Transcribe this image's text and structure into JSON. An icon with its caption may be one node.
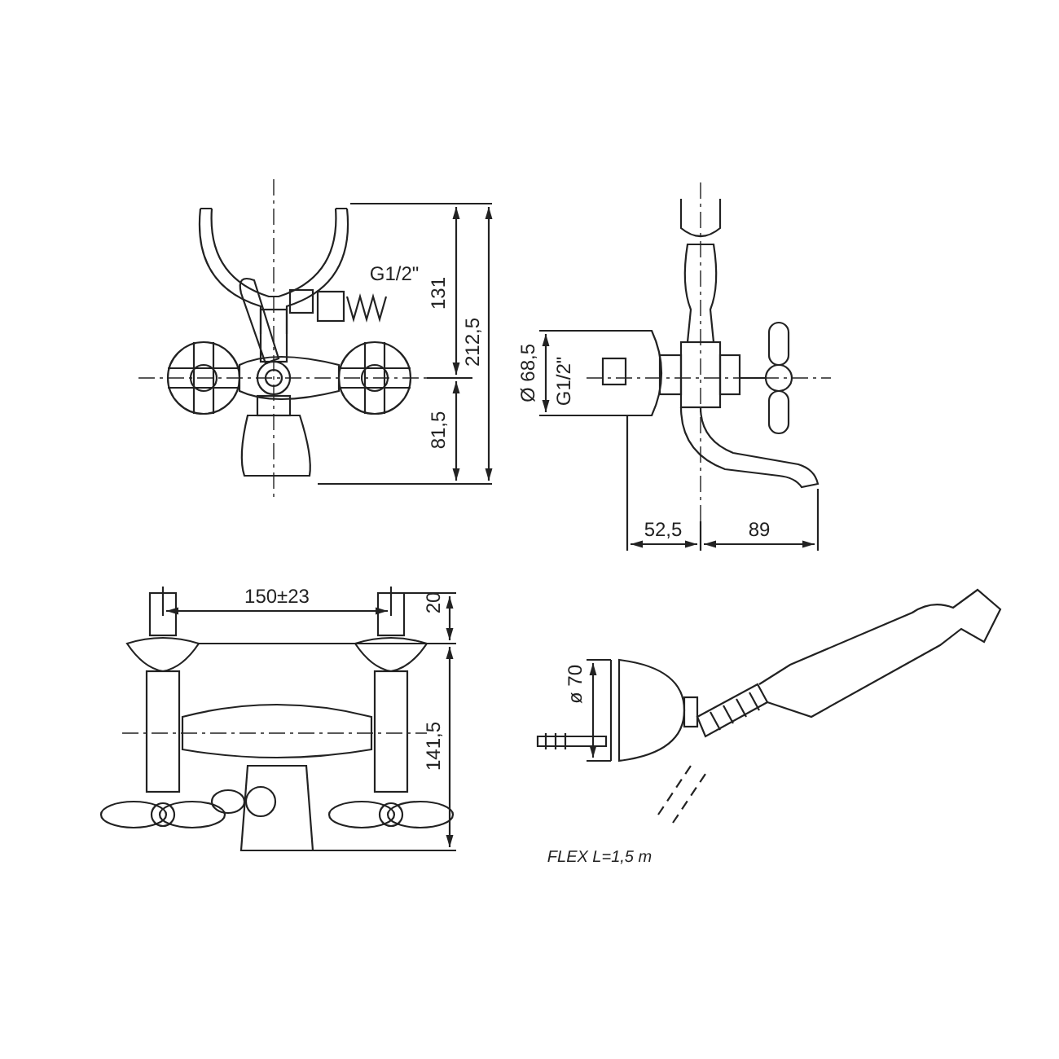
{
  "diagram": {
    "labels": [
      "G1/2\"",
      "131",
      "212,5",
      "81,5",
      "Ø 68,5",
      "G1/2\"",
      "52,5",
      "89",
      "150±23",
      "20",
      "141,5",
      "ø 70",
      "FLEX L=1,5 m"
    ]
  }
}
